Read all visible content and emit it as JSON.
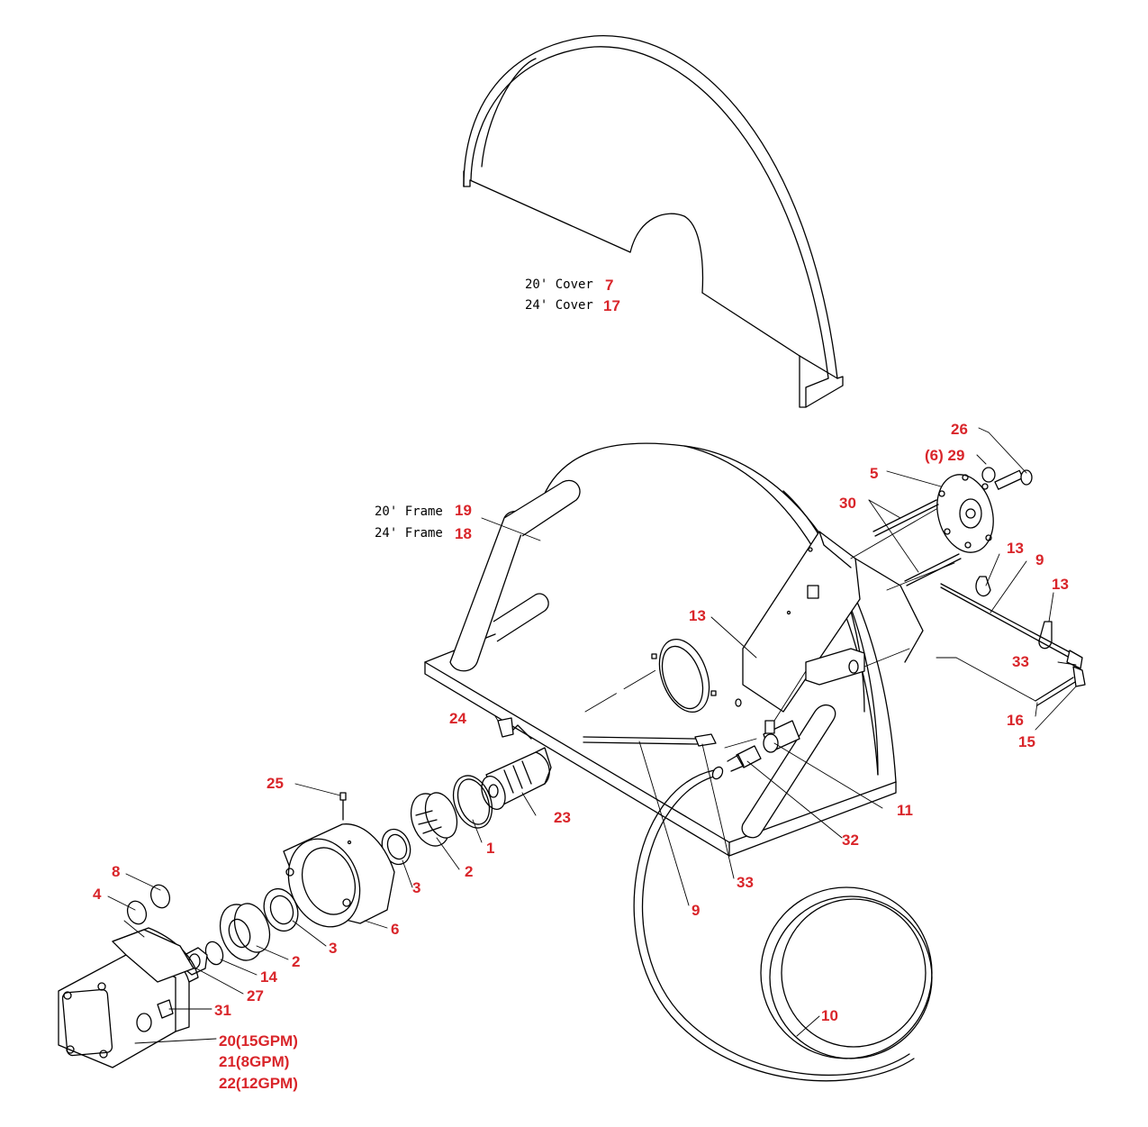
{
  "cover": {
    "line1_text": "20' Cover",
    "line1_num": "7",
    "line2_text": "24' Cover",
    "line2_num": "17"
  },
  "frame": {
    "line1_text": "20' Frame",
    "line1_num": "19",
    "line2_text": "24' Frame",
    "line2_num": "18"
  },
  "callouts": {
    "c26": "26",
    "c6_29": "(6) 29",
    "c5": "5",
    "c30": "30",
    "c13a": "13",
    "c9a": "9",
    "c13b": "13",
    "c13c": "13",
    "c33a": "33",
    "c16": "16",
    "c15": "15",
    "c24": "24",
    "c11": "11",
    "c32": "32",
    "c33b": "33",
    "c25": "25",
    "c23": "23",
    "c1": "1",
    "c2a": "2",
    "c3a": "3",
    "c8": "8",
    "c4": "4",
    "c6": "6",
    "c3b": "3",
    "c9b": "9",
    "c2b": "2",
    "c14": "14",
    "c27": "27",
    "c31": "31",
    "c10": "10",
    "c20": "20(15GPM)",
    "c21": "21(8GPM)",
    "c22": "22(12GPM)"
  },
  "colors": {
    "callout": "#d9252a",
    "line": "#000000",
    "background": "#ffffff"
  }
}
